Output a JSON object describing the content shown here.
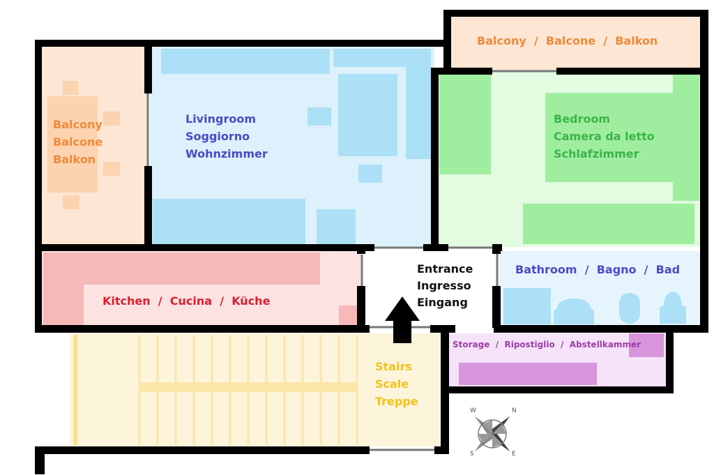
{
  "rooms": {
    "balcony_left": {
      "lines": [
        "Balcony",
        "Balcone",
        "Balkon"
      ],
      "color": "#ef8a3a"
    },
    "balcony_top": {
      "label": "Balcony  /  Balcone  /  Balkon",
      "color": "#ef8a3a"
    },
    "livingroom": {
      "lines": [
        "Livingroom",
        "Soggiorno",
        "Wohnzimmer"
      ],
      "color": "#4a4ac6"
    },
    "bedroom": {
      "lines": [
        "Bedroom",
        "Camera da letto",
        "Schlafzimmer"
      ],
      "color": "#3cb44a"
    },
    "kitchen": {
      "label": "Kitchen  /  Cucina  /  Küche",
      "color": "#d8212f"
    },
    "entrance": {
      "lines": [
        "Entrance",
        "Ingresso",
        "Eingang"
      ],
      "color": "#111111"
    },
    "bathroom": {
      "label": "Bathroom  /  Bagno  /  Bad",
      "color": "#4a4ac6"
    },
    "storage": {
      "label": "Storage  /  Ripostiglio  /  Abstellkammer",
      "color": "#9c3da6"
    },
    "stairs": {
      "lines": [
        "Stairs",
        "Scale",
        "Treppe"
      ],
      "color": "#f2c318"
    }
  },
  "compass": {
    "n": "N",
    "s": "S",
    "e": "E",
    "w": "W"
  },
  "icons": [
    "entrance-arrow-icon",
    "compass-rose-icon",
    "toilet-icon",
    "sink-icon",
    "bathtub-icon"
  ]
}
